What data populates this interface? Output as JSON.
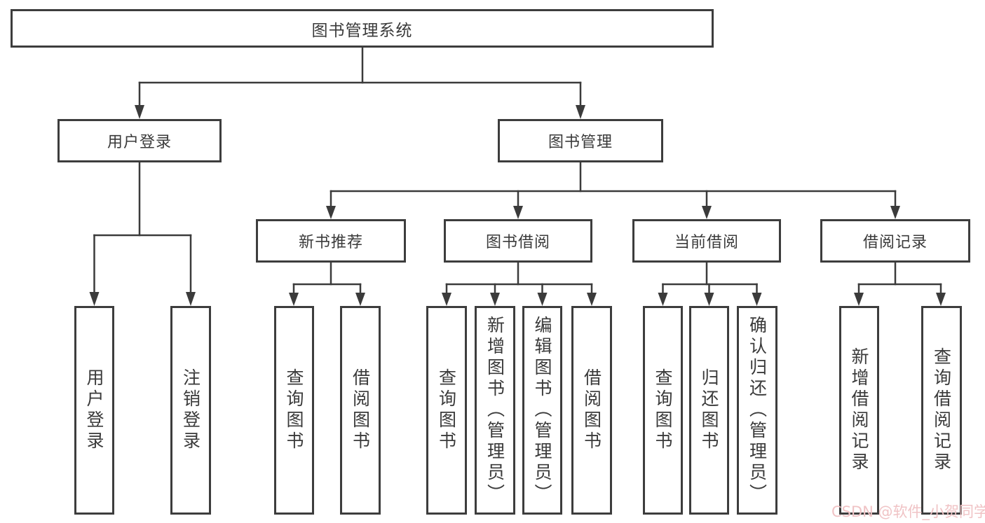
{
  "tree": {
    "label": "图书管理系统",
    "children": [
      {
        "label": "用户登录",
        "children": [
          {
            "label": "用户登录"
          },
          {
            "label": "注销登录"
          }
        ]
      },
      {
        "label": "图书管理",
        "children": [
          {
            "label": "新书推荐",
            "children": [
              {
                "label": "查询图书"
              },
              {
                "label": "借阅图书"
              }
            ]
          },
          {
            "label": "图书借阅",
            "children": [
              {
                "label": "查询图书"
              },
              {
                "label": "新增图书（管理员）"
              },
              {
                "label": "编辑图书（管理员）"
              },
              {
                "label": "借阅图书"
              }
            ]
          },
          {
            "label": "当前借阅",
            "children": [
              {
                "label": "查询图书"
              },
              {
                "label": "归还图书"
              },
              {
                "label": "确认归还（管理员）"
              }
            ]
          },
          {
            "label": "借阅记录",
            "children": [
              {
                "label": "新增借阅记录"
              },
              {
                "label": "查询借阅记录"
              }
            ]
          }
        ]
      }
    ]
  },
  "watermark": {
    "text": "CSDN @软件_小贺同学"
  },
  "colors": {
    "background": "#ffffff",
    "line": "#3b3b3b",
    "text": "#3a3a3a",
    "watermark": "#f0c3c5"
  }
}
